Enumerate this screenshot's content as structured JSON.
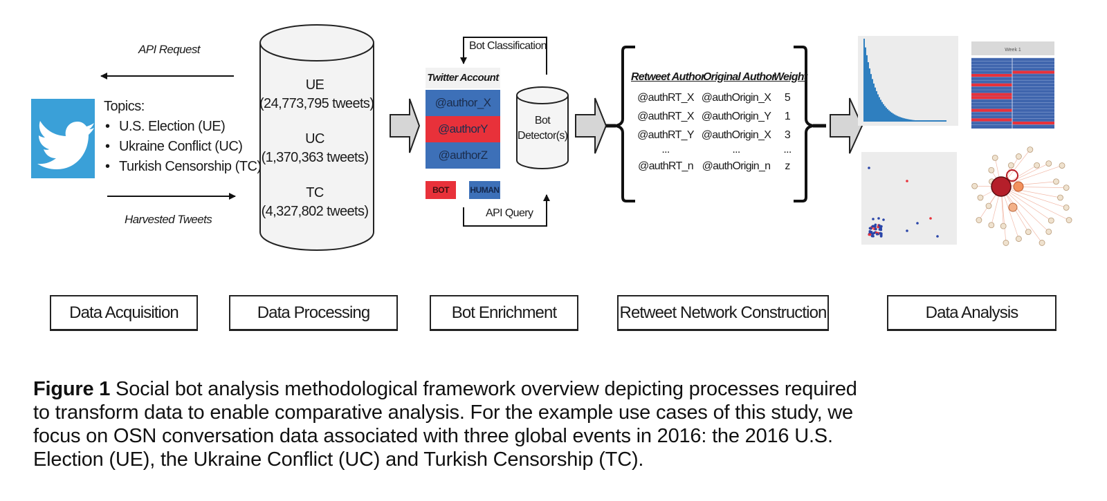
{
  "acquisition": {
    "api_request_label": "API Request",
    "harvested_label": "Harvested Tweets",
    "twitter_logo_color": "#3aa0d8",
    "topics_heading": "Topics:",
    "topics": [
      "U.S. Election (UE)",
      "Ukraine Conflict (UC)",
      "Turkish Censorship (TC)"
    ]
  },
  "database": {
    "datasets": [
      {
        "code": "UE",
        "count": "(24,773,795 tweets)"
      },
      {
        "code": "UC",
        "count": "(1,370,363 tweets)"
      },
      {
        "code": "TC",
        "count": "(4,327,802 tweets)"
      }
    ]
  },
  "bot_enrichment": {
    "bot_classification_label": "Bot Classification",
    "api_query_label": "API Query",
    "account_header": "Twitter Account",
    "accounts": [
      {
        "handle": "@author_X",
        "class": "human"
      },
      {
        "handle": "@authorY",
        "class": "bot"
      },
      {
        "handle": "@authorZ",
        "class": "human"
      }
    ],
    "detector_label_line1": "Bot",
    "detector_label_line2": "Detector(s)",
    "legend": {
      "bot": "BOT",
      "human": "HUMAN"
    },
    "colors": {
      "bot": "#e8313a",
      "human": "#3d70b8",
      "header_bg": "#f2f2f2"
    }
  },
  "retweet_network": {
    "columns": [
      "Retweet Author",
      "Original Author",
      "Weight"
    ],
    "rows": [
      [
        "@authRT_X",
        "@authOrigin_X",
        "5"
      ],
      [
        "@authRT_X",
        "@authOrigin_Y",
        "1"
      ],
      [
        "@authRT_Y",
        "@authOrigin_X",
        "3"
      ],
      [
        "...",
        "...",
        "..."
      ],
      [
        "@authRT_n",
        "@authOrigin_n",
        "z"
      ]
    ]
  },
  "analysis": {
    "table_title": "Week 1",
    "thumbnails": [
      "histogram-thumbnail",
      "bot-table-thumbnail",
      "scatter-thumbnail",
      "network-graph-thumbnail"
    ]
  },
  "stages": [
    "Data Acquisition",
    "Data Processing",
    "Bot Enrichment",
    "Retweet Network Construction",
    "Data Analysis"
  ],
  "caption": {
    "label": "Figure 1",
    "line1": " Social bot analysis methodological framework overview depicting processes required",
    "line2": "to transform data to enable comparative analysis. For the example use cases of this study, we",
    "line3": "focus on OSN conversation data associated with three global events in 2016: the 2016 U.S.",
    "line4": "Election (UE), the Ukraine Conflict (UC) and Turkish Censorship (TC)."
  }
}
